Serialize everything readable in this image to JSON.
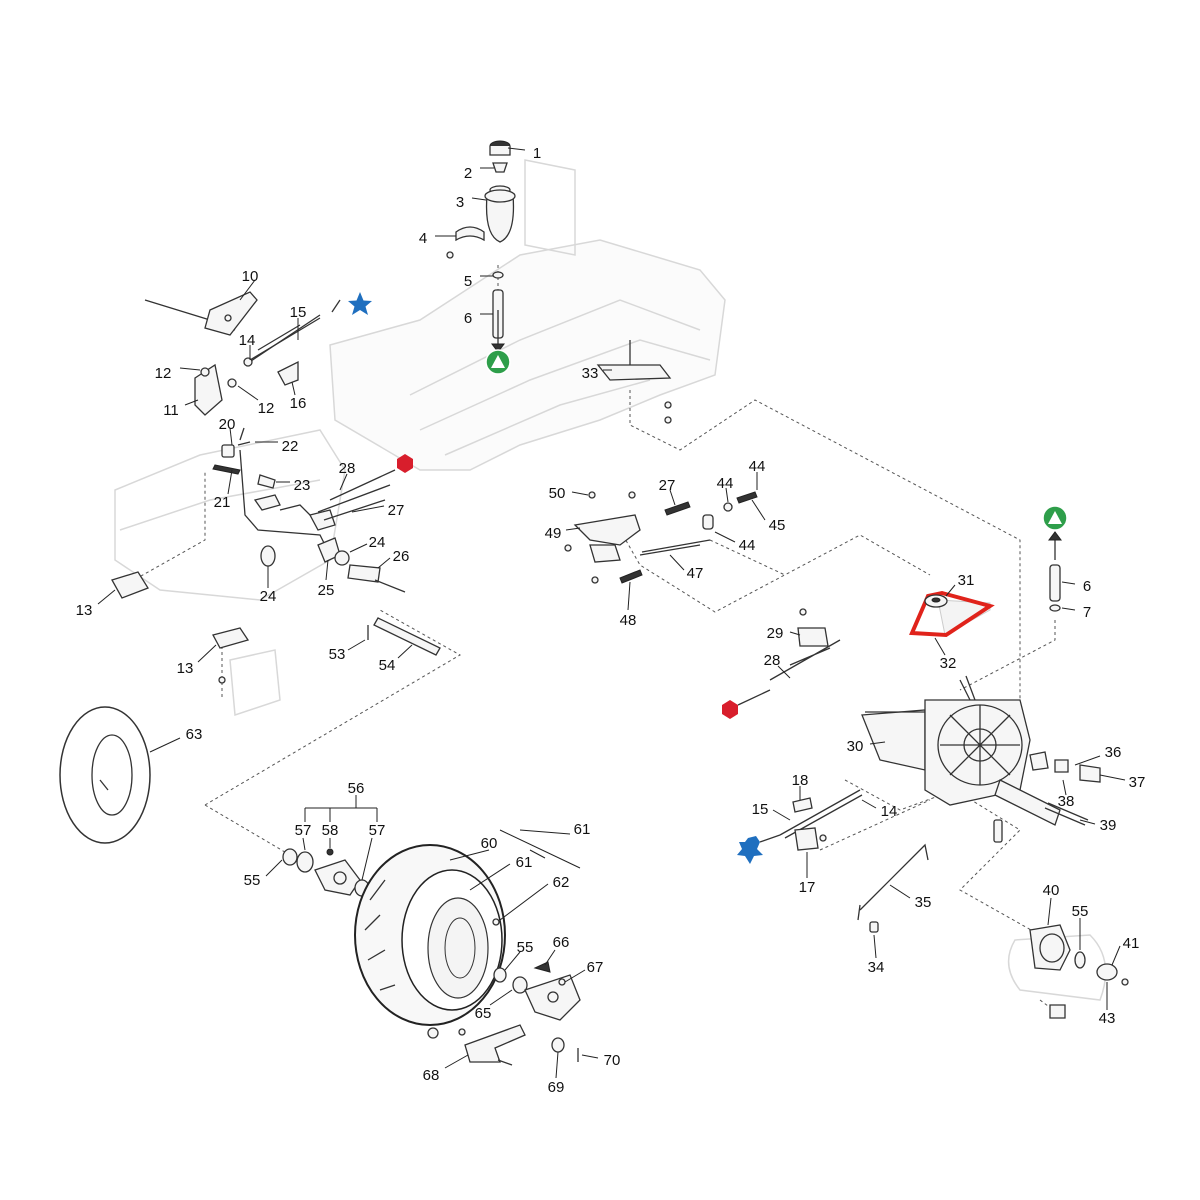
{
  "diagram": {
    "kind": "exploded parts diagram",
    "markers": {
      "triangle": {
        "shape": "green circle with white triangle",
        "color": "#2e9e4a"
      },
      "star": {
        "shape": "blue star",
        "color": "#1f6fbf"
      },
      "hexagon": {
        "shape": "red hexagon",
        "color": "#d81e2c"
      }
    },
    "belt_highlight_color": "#e0231b",
    "callouts": [
      {
        "label": "1"
      },
      {
        "label": "2"
      },
      {
        "label": "3"
      },
      {
        "label": "4"
      },
      {
        "label": "5"
      },
      {
        "label": "6"
      },
      {
        "label": "10"
      },
      {
        "label": "15"
      },
      {
        "label": "14"
      },
      {
        "label": "12"
      },
      {
        "label": "12"
      },
      {
        "label": "11"
      },
      {
        "label": "16"
      },
      {
        "label": "20"
      },
      {
        "label": "22"
      },
      {
        "label": "21"
      },
      {
        "label": "23"
      },
      {
        "label": "28"
      },
      {
        "label": "27"
      },
      {
        "label": "24"
      },
      {
        "label": "26"
      },
      {
        "label": "24"
      },
      {
        "label": "25"
      },
      {
        "label": "13"
      },
      {
        "label": "13"
      },
      {
        "label": "53"
      },
      {
        "label": "54"
      },
      {
        "label": "33"
      },
      {
        "label": "50"
      },
      {
        "label": "27"
      },
      {
        "label": "44"
      },
      {
        "label": "44"
      },
      {
        "label": "45"
      },
      {
        "label": "49"
      },
      {
        "label": "44"
      },
      {
        "label": "47"
      },
      {
        "label": "48"
      },
      {
        "label": "31"
      },
      {
        "label": "32"
      },
      {
        "label": "6"
      },
      {
        "label": "7"
      },
      {
        "label": "29"
      },
      {
        "label": "28"
      },
      {
        "label": "30"
      },
      {
        "label": "36"
      },
      {
        "label": "37"
      },
      {
        "label": "38"
      },
      {
        "label": "39"
      },
      {
        "label": "18"
      },
      {
        "label": "15"
      },
      {
        "label": "14"
      },
      {
        "label": "17"
      },
      {
        "label": "35"
      },
      {
        "label": "34"
      },
      {
        "label": "40"
      },
      {
        "label": "55"
      },
      {
        "label": "41"
      },
      {
        "label": "43"
      },
      {
        "label": "63"
      },
      {
        "label": "56"
      },
      {
        "label": "57"
      },
      {
        "label": "58"
      },
      {
        "label": "57"
      },
      {
        "label": "55"
      },
      {
        "label": "60"
      },
      {
        "label": "61"
      },
      {
        "label": "61"
      },
      {
        "label": "62"
      },
      {
        "label": "55"
      },
      {
        "label": "66"
      },
      {
        "label": "67"
      },
      {
        "label": "65"
      },
      {
        "label": "68"
      },
      {
        "label": "69"
      },
      {
        "label": "70"
      }
    ]
  }
}
